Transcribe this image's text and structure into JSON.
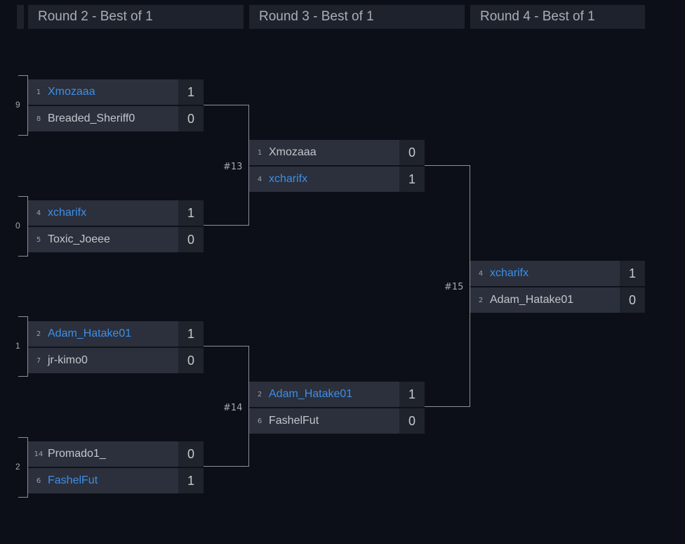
{
  "rounds": [
    {
      "label": "Round 2 - Best of 1"
    },
    {
      "label": "Round 3 - Best of 1"
    },
    {
      "label": "Round 4 - Best of 1"
    }
  ],
  "edge_glyphs": [
    "9",
    "0",
    "1",
    "2"
  ],
  "matches": {
    "r2m1": {
      "a": {
        "seed": "1",
        "name": "Xmozaaa",
        "score": "1"
      },
      "b": {
        "seed": "8",
        "name": "Breaded_Sheriff0",
        "score": "0"
      }
    },
    "r2m2": {
      "a": {
        "seed": "4",
        "name": "xcharifx",
        "score": "1"
      },
      "b": {
        "seed": "5",
        "name": "Toxic_Joeee",
        "score": "0"
      }
    },
    "r2m3": {
      "a": {
        "seed": "2",
        "name": "Adam_Hatake01",
        "score": "1"
      },
      "b": {
        "seed": "7",
        "name": "jr-kimo0",
        "score": "0"
      }
    },
    "r2m4": {
      "a": {
        "seed": "14",
        "name": "Promado1_",
        "score": "0"
      },
      "b": {
        "seed": "6",
        "name": "FashelFut",
        "score": "1"
      }
    },
    "r3m1": {
      "id": "#13",
      "a": {
        "seed": "1",
        "name": "Xmozaaa",
        "score": "0"
      },
      "b": {
        "seed": "4",
        "name": "xcharifx",
        "score": "1"
      }
    },
    "r3m2": {
      "id": "#14",
      "a": {
        "seed": "2",
        "name": "Adam_Hatake01",
        "score": "1"
      },
      "b": {
        "seed": "6",
        "name": "FashelFut",
        "score": "0"
      }
    },
    "r4m1": {
      "id": "#15",
      "a": {
        "seed": "4",
        "name": "xcharifx",
        "score": "1"
      },
      "b": {
        "seed": "2",
        "name": "Adam_Hatake01",
        "score": "0"
      }
    }
  },
  "colors": {
    "winner": "#3d8fe9",
    "text": "#c3c6cc",
    "background": "#0c0f17",
    "card": "#2b303c"
  }
}
